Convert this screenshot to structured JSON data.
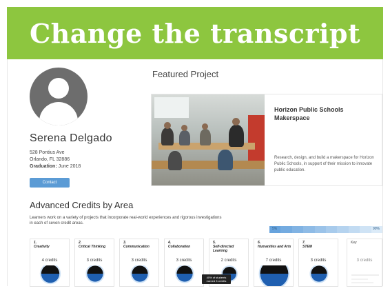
{
  "banner": {
    "title": "Change the transcript"
  },
  "profile": {
    "name": "Serena Delgado",
    "address_line1": "528 Pontius Ave",
    "address_line2": "Orlando, FL 32886",
    "graduation_label": "Graduation:",
    "graduation_value": "June 2018",
    "contact_label": "Contact"
  },
  "featured": {
    "heading": "Featured Project",
    "project_title": "Horizon Public Schools Makerspace",
    "description": "Research, design, and build a makerspace for Horizon Public Schools, in support of their mission to innovate public education."
  },
  "credits": {
    "heading": "Advanced Credits by Area",
    "description": "Learners work on a variety of projects that incorporate real-world experiences and rigorous investigations in each of seven credit areas.",
    "progress_start_label": "5%",
    "progress_end_label": "90%",
    "areas": [
      {
        "num": "1.",
        "title": "Creativity",
        "credits": "4 credits",
        "fill": 0.45
      },
      {
        "num": "2.",
        "title": "Critical Thinking",
        "credits": "3 credits",
        "fill": 0.35
      },
      {
        "num": "3.",
        "title": "Communication",
        "credits": "3 credits",
        "fill": 0.35
      },
      {
        "num": "4.",
        "title": "Collaboration",
        "credits": "3 credits",
        "fill": 0.35
      },
      {
        "num": "5.",
        "title": "Self-directed Learning",
        "credits": "2 credits",
        "fill": 0.25
      },
      {
        "num": "6.",
        "title": "Humanities and Arts",
        "credits": "7 credits",
        "fill": 0.9
      },
      {
        "num": "7.",
        "title": "STEM",
        "credits": "3 credits",
        "fill": 0.35
      }
    ],
    "key_title": "Key",
    "key_credits": "3 credits",
    "tooltip": "40% of students earned 3 credits"
  },
  "colors": {
    "banner": "#8dc63f",
    "accent_blue": "#5b9bd5",
    "dark_blue": "#1f5fb0",
    "progress": [
      "#dcebf8",
      "#cfe3f5",
      "#c2dbf2",
      "#b5d3ef",
      "#a8cbec",
      "#9bc3e9",
      "#8ebbe6",
      "#81b3e3",
      "#74abe0",
      "#67a3dd"
    ]
  }
}
